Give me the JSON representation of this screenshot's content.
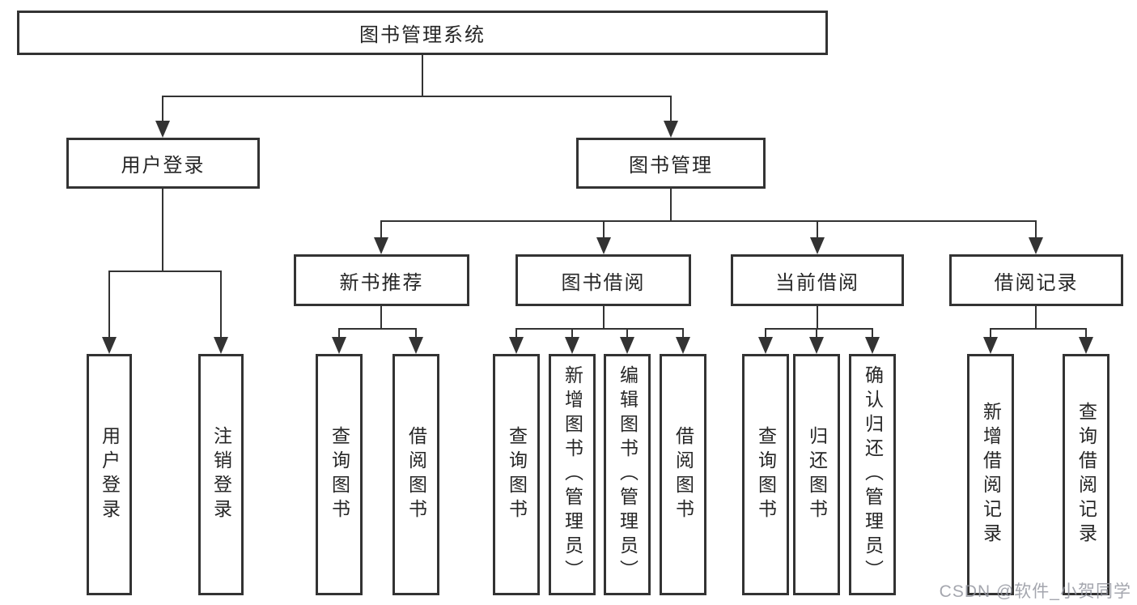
{
  "diagram": {
    "title": "图书管理系统",
    "root": {
      "label": "图书管理系统",
      "children": [
        {
          "label": "用户登录",
          "children": [
            {
              "label": "用户登录"
            },
            {
              "label": "注销登录"
            }
          ]
        },
        {
          "label": "图书管理",
          "children": [
            {
              "label": "新书推荐",
              "children": [
                {
                  "label": "查询图书"
                },
                {
                  "label": "借阅图书"
                }
              ]
            },
            {
              "label": "图书借阅",
              "children": [
                {
                  "label": "查询图书"
                },
                {
                  "label": "新增图书（管理员）"
                },
                {
                  "label": "编辑图书（管理员）"
                },
                {
                  "label": "借阅图书"
                }
              ]
            },
            {
              "label": "当前借阅",
              "children": [
                {
                  "label": "查询图书"
                },
                {
                  "label": "归还图书"
                },
                {
                  "label": "确认归还（管理员）"
                }
              ]
            },
            {
              "label": "借阅记录",
              "children": [
                {
                  "label": "新增借阅记录"
                },
                {
                  "label": "查询借阅记录"
                }
              ]
            }
          ]
        }
      ]
    },
    "colors": {
      "line": "#333333",
      "text": "#262626",
      "background": "#ffffff",
      "watermark": "#9496a0"
    }
  },
  "watermark": {
    "text": "CSDN @软件_小贺同学"
  }
}
